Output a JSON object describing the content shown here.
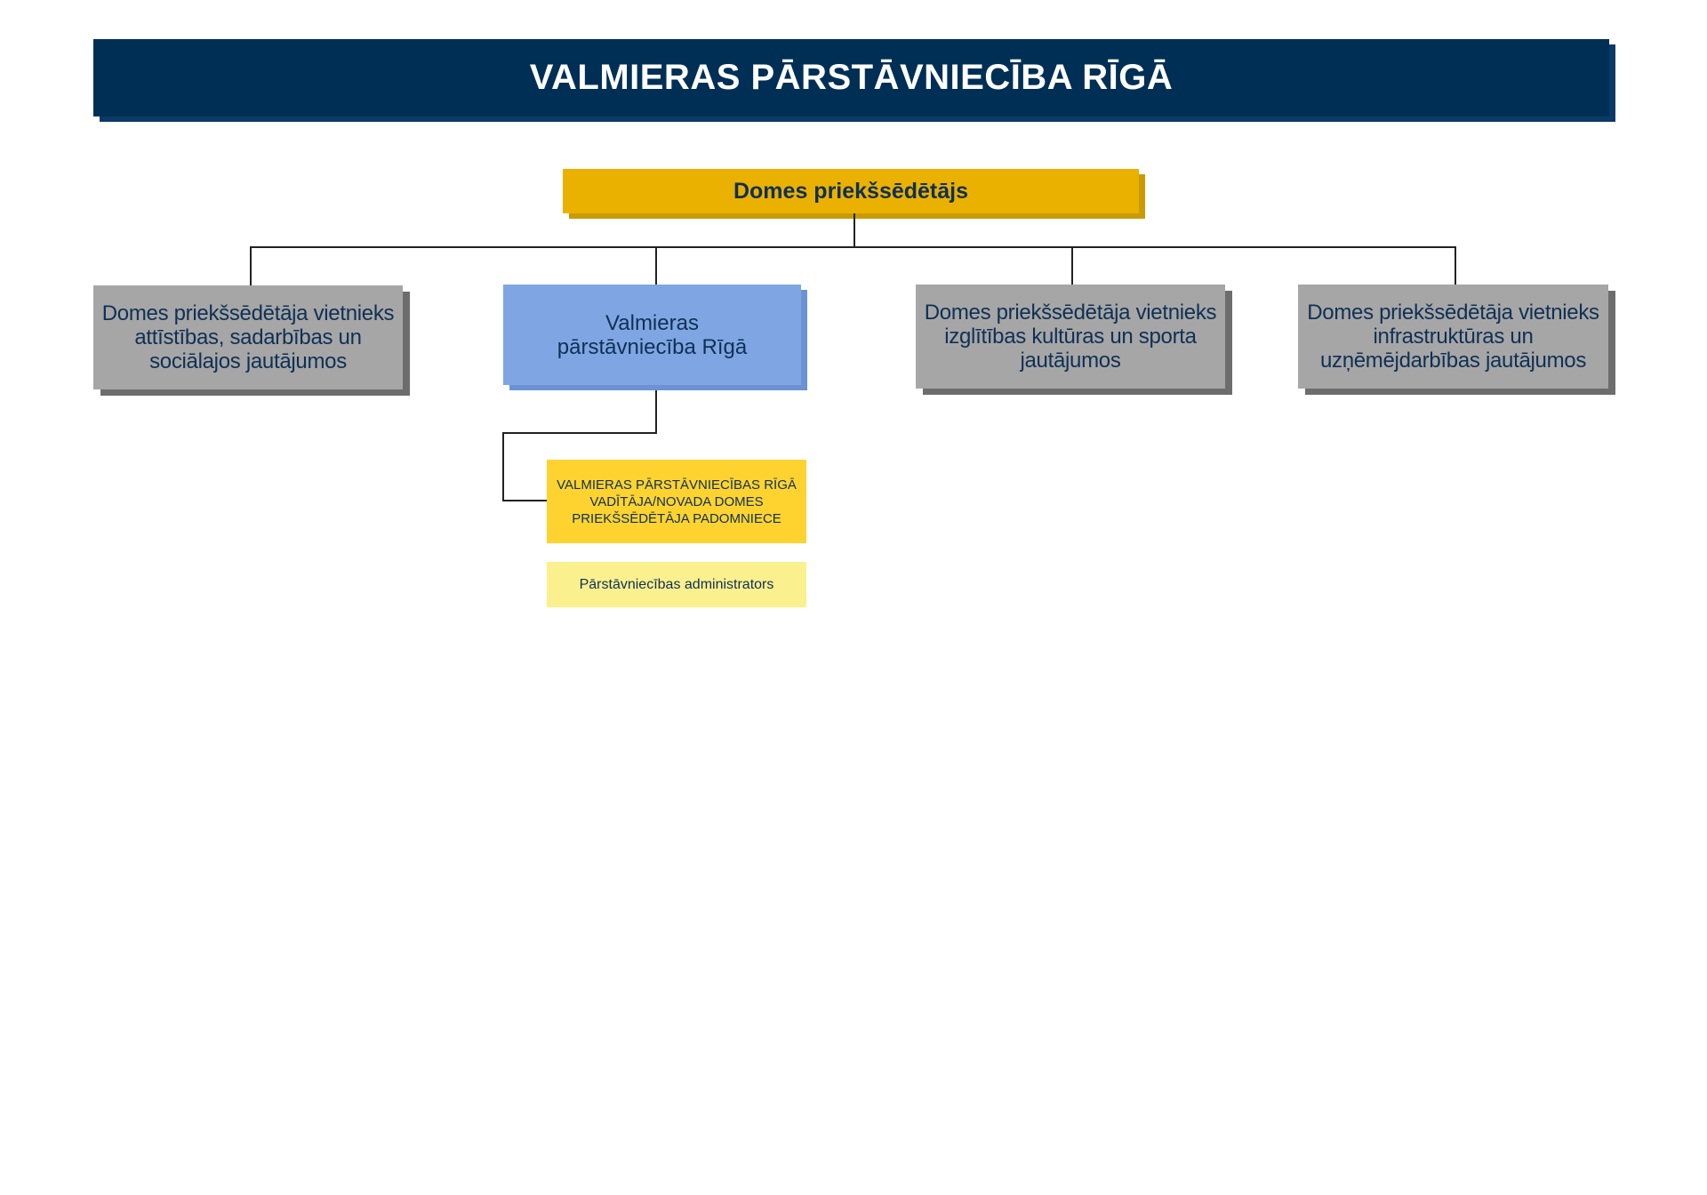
{
  "title": "VALMIERAS PĀRSTĀVNIECĪBA RĪGĀ",
  "chair": "Domes priekšsēdētājs",
  "units": [
    "Domes priekšsēdētāja vietnieks attīstības, sadarbības un sociālajos jautājumos",
    "Valmieras pārstāvniecība Rīgā",
    "Domes priekšsēdētāja vietnieks izglītības kultūras un sporta jautājumos",
    "Domes priekšsēdētāja vietnieks infrastruktūras un uzņēmējdarbības jautājumos"
  ],
  "sub_units": [
    "VALMIERAS PĀRSTĀVNIECĪBAS RĪGĀ VADĪTĀJA/NOVADA DOMES PRIEKŠSĒDĒTĀJA PADOMNIECE",
    "Pārstāvniecības administrators"
  ],
  "colors": {
    "title_bg": "#002f56",
    "chair_bg": "#ebb100",
    "gray": "#a6a6a6",
    "blue": "#7fa6e2",
    "adviser": "#fed330",
    "admin": "#fbf08e"
  }
}
